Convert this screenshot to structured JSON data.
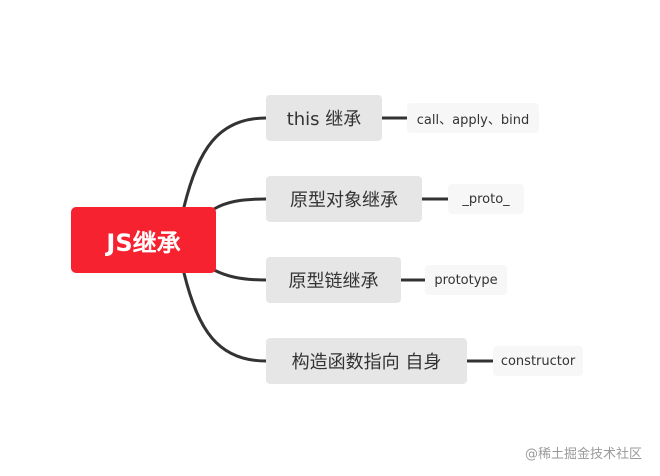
{
  "root": {
    "label": "JS继承"
  },
  "branches": [
    {
      "label": "this 继承",
      "leaf": "call、apply、bind"
    },
    {
      "label": "原型对象继承",
      "leaf": "_proto_"
    },
    {
      "label": "原型链继承",
      "leaf": "prototype"
    },
    {
      "label": "构造函数指向 自身",
      "leaf": "constructor"
    }
  ],
  "watermark": "@稀土掘金技术社区",
  "colors": {
    "root_fill": "#f6222f",
    "node_fill": "#e6e6e6",
    "leaf_fill": "#f7f7f7",
    "connector": "#333333"
  }
}
